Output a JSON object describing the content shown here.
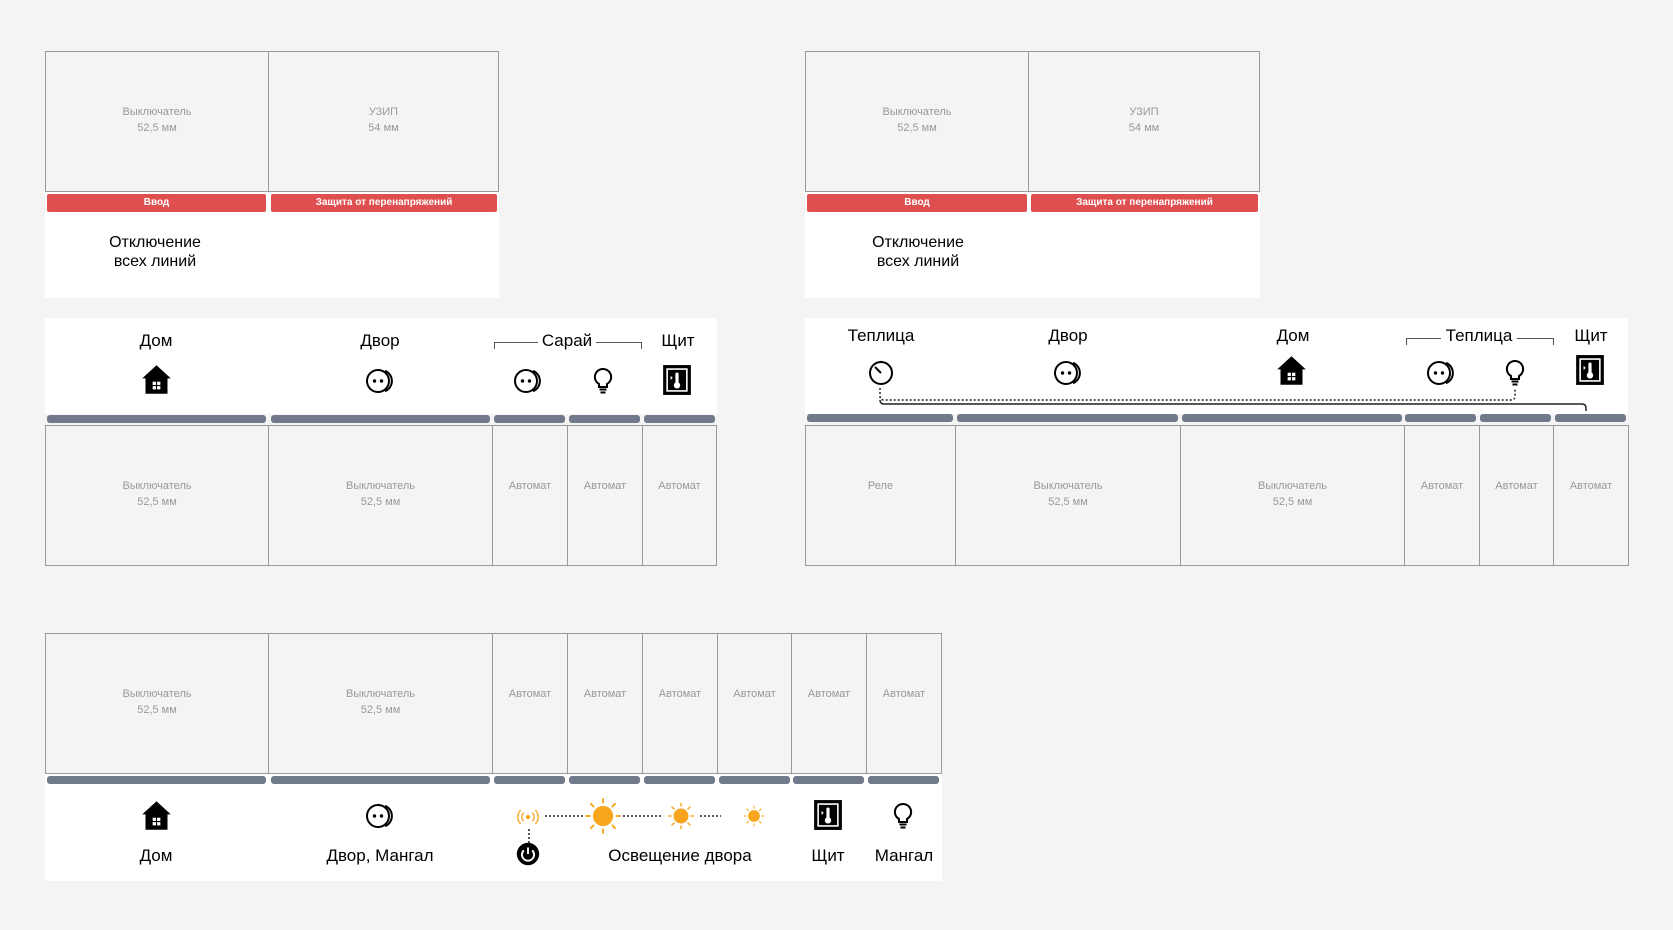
{
  "labels": {
    "switch": "Выключатель",
    "size_52": "52,5 мм",
    "uzip": "УЗИП",
    "size_54": "54 мм",
    "automat": "Автомат",
    "relay": "Реле",
    "vvod": "Ввод",
    "surge": "Защита от перенапряжений",
    "off_line1": "Отключение",
    "off_line2": "всех линий"
  },
  "panel3": {
    "dom": "Дом",
    "dvor": "Двор",
    "saray": "Сарай",
    "shchit": "Щит"
  },
  "panel4": {
    "teplica1": "Теплица",
    "dvor": "Двор",
    "dom": "Дом",
    "teplica2": "Теплица",
    "shchit": "Щит"
  },
  "panel5": {
    "dom": "Дом",
    "dvor_mangal": "Двор, Мангал",
    "osveshchenie": "Освещение двора",
    "shchit": "Щит",
    "mangal": "Мангал"
  },
  "colors": {
    "red_bar": "#e04f4f",
    "gray_bar": "#717a8a",
    "sun": "#f7a51c"
  },
  "icons": [
    "house-icon",
    "socket-icon",
    "double-socket-icon",
    "bulb-icon",
    "panel-thermometer-icon",
    "timer-icon",
    "radio-signal-icon",
    "sun-icon",
    "power-icon"
  ]
}
